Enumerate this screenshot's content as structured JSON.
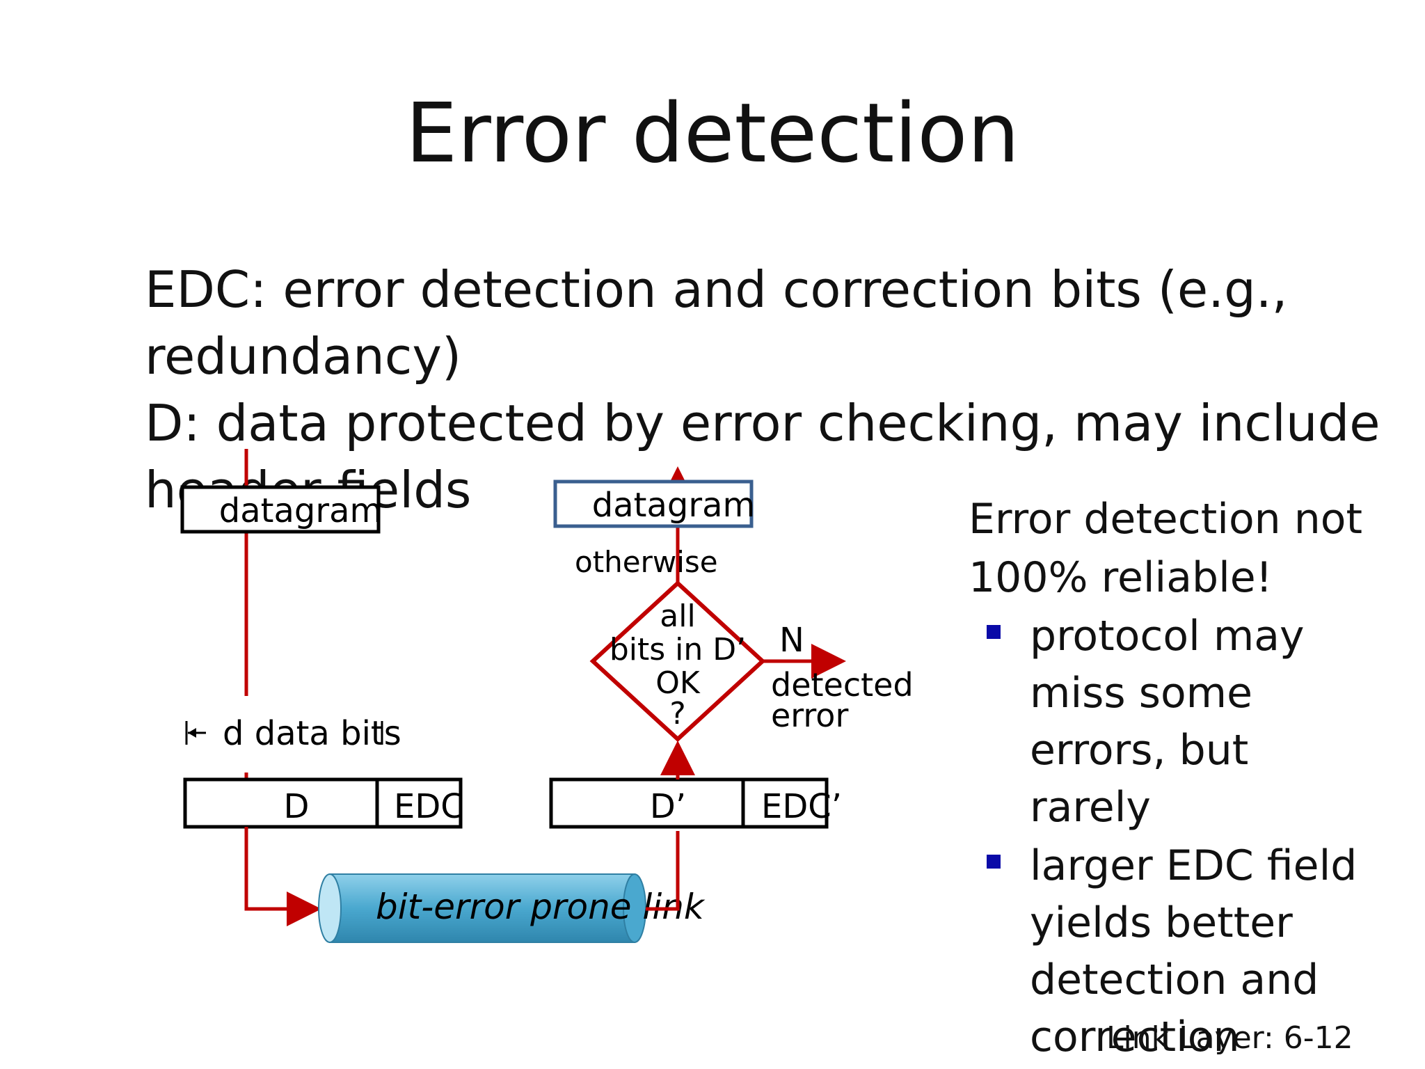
{
  "slide": {
    "title": "Error detection",
    "body_lines": [
      "EDC: error detection and correction bits (e.g.,",
      "redundancy)",
      "D:  data protected by error checking, may include",
      "header fields"
    ],
    "footer": "Link Layer: 6-12"
  },
  "diagram": {
    "sender_datagram": "datagram",
    "receiver_datagram": "datagram",
    "d_data_bits": "d data bits",
    "sender_d": "D",
    "sender_edc": "EDC",
    "receiver_d": "D’",
    "receiver_edc": "EDC’",
    "link": "bit-error prone link",
    "otherwise": "otherwise",
    "decision": [
      "all",
      "bits in D’",
      "OK",
      "?"
    ],
    "no_label": "N",
    "detected_error": [
      "detected",
      "error"
    ],
    "colors": {
      "arrow": "#c00000",
      "link_fill": "#5bb2d4",
      "receiver_box_border": "#3a5f8f"
    }
  },
  "side": {
    "heading": [
      "Error detection not",
      "100% reliable!"
    ],
    "bullets": [
      [
        "protocol may",
        "miss some",
        "errors, but",
        "rarely"
      ],
      [
        "larger EDC field",
        "yields better",
        "detection and",
        "correction"
      ]
    ],
    "bullet_color": "#0a0aa8"
  }
}
